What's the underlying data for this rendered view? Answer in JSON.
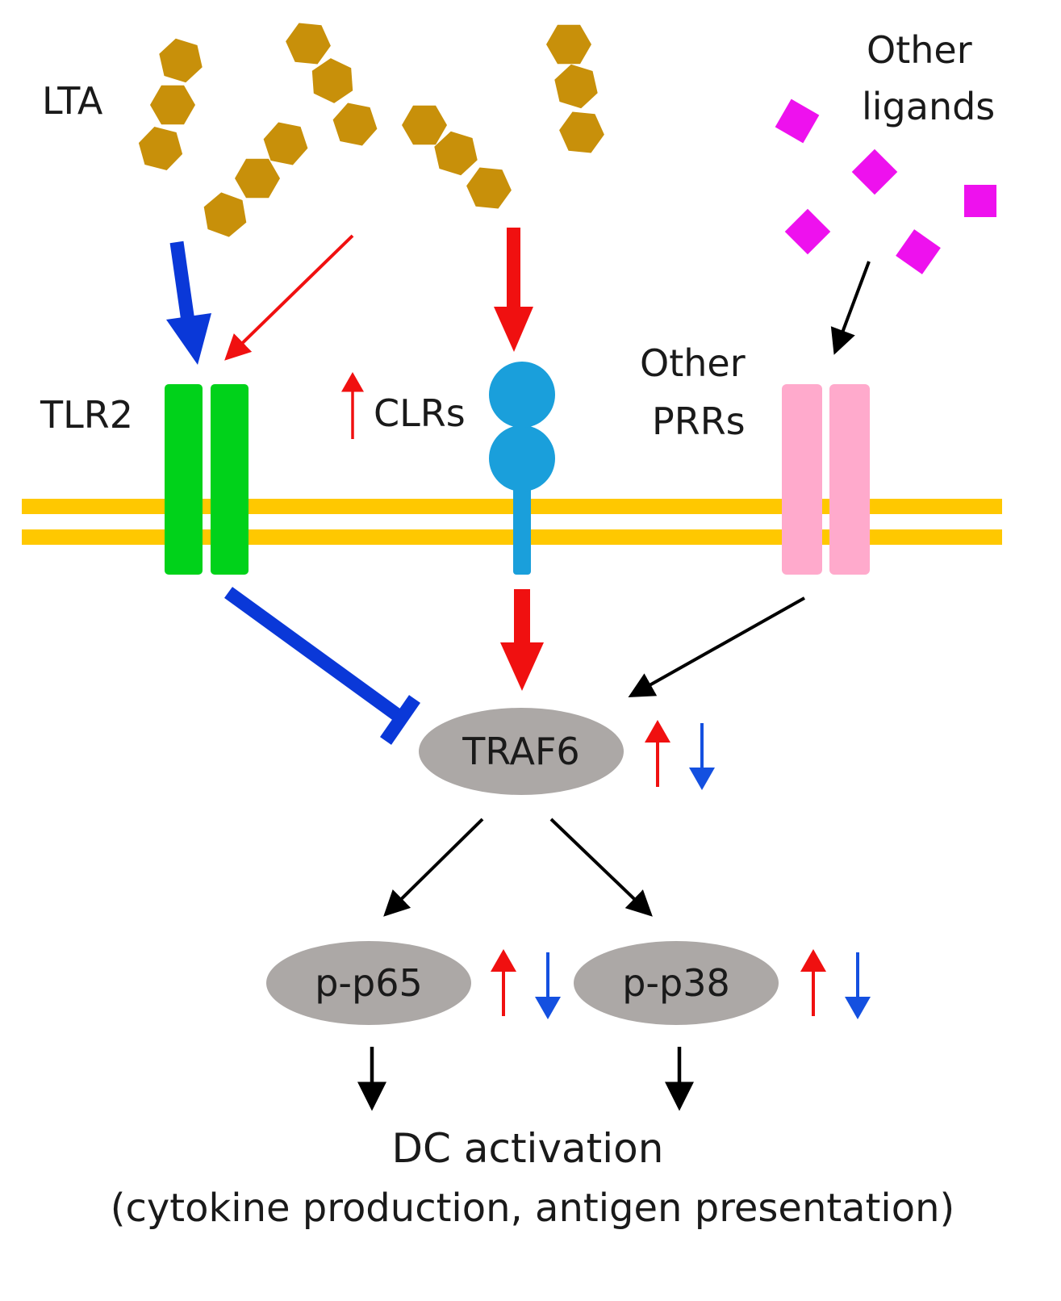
{
  "labels": {
    "lta": "LTA",
    "other_ligands_line1": "Other",
    "other_ligands_line2": "ligands",
    "tlr2": "TLR2",
    "clrs": "CLRs",
    "other_prrs_line1": "Other",
    "other_prrs_line2": "PRRs",
    "traf6": "TRAF6",
    "p_p65": "p-p65",
    "p_p38": "p-p38",
    "dc_activation": "DC activation",
    "dc_activation_detail": "(cytokine production, antigen presentation)"
  },
  "colors": {
    "lta_hexagon": "#C8900A",
    "other_ligand": "#EE11EE",
    "membrane": "#FFC800",
    "tlr2": "#00D21A",
    "clr": "#1A9FDB",
    "other_prr": "#FFAACC",
    "node_fill": "#ACA8A6",
    "inhibit_arrow": "#0A38D8",
    "up_arrow": "#F01010",
    "down_arrow": "#1450E0",
    "neutral_arrow": "#000000"
  },
  "icons": {
    "lta": "hexagon-chain",
    "other_ligands": "magenta-square",
    "tlr2": "dimer-receptor",
    "clr": "lollipop-receptor",
    "other_prr": "dimer-receptor",
    "membrane": "lipid-bilayer",
    "up": "up-arrow",
    "down": "down-arrow",
    "inhibition": "t-bar"
  }
}
